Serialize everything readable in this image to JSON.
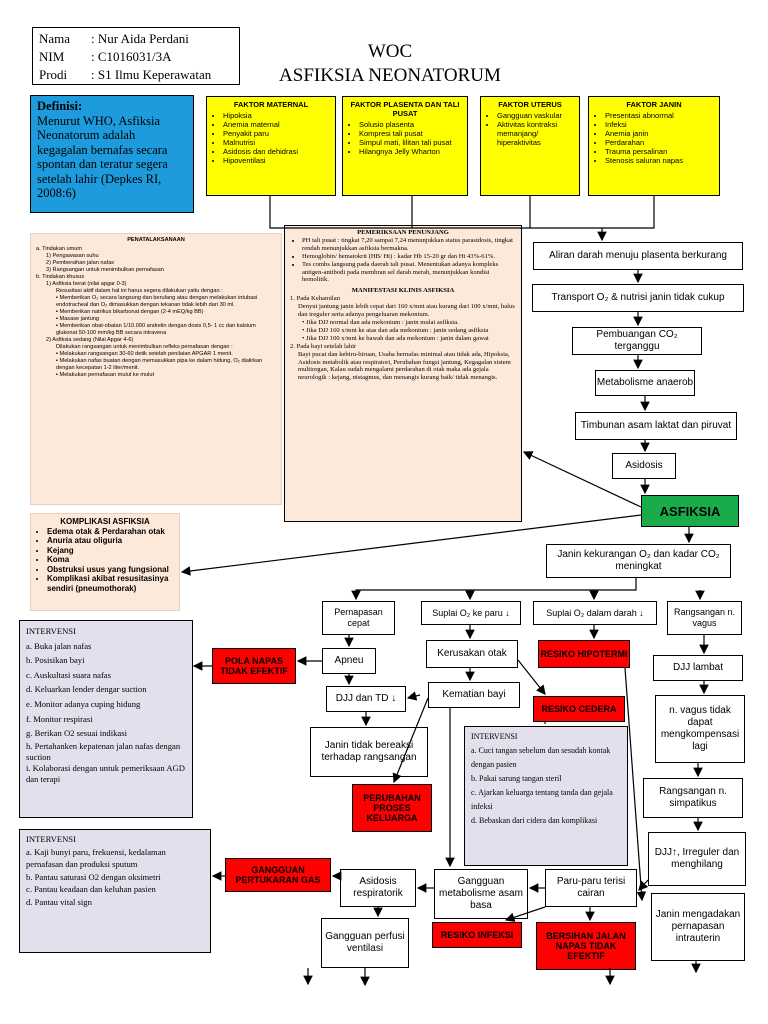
{
  "header": {
    "nama_label": "Nama",
    "nama_value": ": Nur Aida Perdani",
    "nim_label": "NIM",
    "nim_value": ": C1016031/3A",
    "prodi_label": "Prodi",
    "prodi_value": ": S1 Ilmu Keperawatan",
    "title_line1": "WOC",
    "title_line2": "ASFIKSIA NEONATORUM"
  },
  "definisi": {
    "heading": "Definisi:",
    "text": "Menurut WHO, Asfiksia Neonatorum adalah kegagalan bernafas secara spontan dan teratur segera setelah lahir (Depkes RI, 2008:6)"
  },
  "faktor": [
    {
      "title": "FAKTOR MATERNAL",
      "items": [
        "Hipoksia",
        "Anemia maternal",
        "Penyakit paru",
        "Malnutrisi",
        "Asidosis dan dehidrasi",
        "Hipoventilasi"
      ]
    },
    {
      "title": "FAKTOR PLASENTA DAN TALI PUSAT",
      "items": [
        "Solusio plasenta",
        "Kompresi tali pusat",
        "Simpul mati, lilitan tali pusat",
        "Hilangnya Jelly Wharton"
      ]
    },
    {
      "title": "FAKTOR UTERUS",
      "items": [
        "Gangguan vaskular",
        "Aktivitas kontraksi memanjang/ hiperaktivitas"
      ]
    },
    {
      "title": "FAKTOR JANIN",
      "items": [
        "Presentasi abnormal",
        "Infeksi",
        "Anemia janin",
        "Perdarahan",
        "Trauma persalinan",
        "Stenosis saluran napas"
      ]
    }
  ],
  "penatalaksanaan": {
    "title": "PENATALAKSANAAN",
    "lines": [
      "a. Tindakan umum",
      "1) Pengawasan suhu",
      "2) Pembersihan jalan nafas",
      "3) Rangsangan untuk menimbulkan pernafasan",
      "b. Tindakan khusus",
      "1) Asfiksia berat (nilai apgar 0-3)",
      "Resusitasi aktif dalam hal ini harus segera dilakukan yaitu dengan :",
      "▪ Memberikan O₂ secara langsung dan berulang atau dengan melakukan intubasi endotracheal dan O₂ dimasukkan dengan tekanan tidak lebih dari 30 ml.",
      "▪ Memberikan natrikus bikarbonat dengan (2-4 mEQ/kg BB)",
      "▪ Masase jantung",
      "▪ Memberikan obat-obatan 1/10.000 andrelin dengan dosis 0,5- 1 cc dan kalsium glukonat 50-100 mm/kg BB secara intravena",
      "2) Asfiksia sedang (Nilai Apgar 4-6)",
      "Dilakukan rangsangan untuk menimbulkan refleks pernafasan dengan :",
      "▪ Melakukan rangsangan 30-60 detik setelah penilaian APGAR 1 menit.",
      "▪ Melakukan nafas buatan dengan memasukkan pipa ke dalam hidung, O₂ dialirkan dengan kecepatan 1-2 liter/menit.",
      "▪ Melakukan pernafasan mulut ke mulut"
    ]
  },
  "pemeriksaan": {
    "title": "PEMERIKSAAN PENUNJANG",
    "items": [
      "PH tali pusat : tingkat 7,20 sampai 7,24 menunjukkan status parasidosis, tingkat rendah menunjukkan asfiksia bermakna.",
      "Hemoglobin/ hematokrit (HB/ Ht) : kadar Hb 15-20 gr dan Ht 43%-61%.",
      "Tes combs langsung pada daerah tali pusat. Menentukan adanya kompleks antigen-antibodi pada membran sel darah merah, menunjukkan kondisi hemolitik."
    ],
    "manifest_title": "MANIFESTASI KLINIS ASFIKSIA",
    "manifest_lines": [
      "1. Pada Kehamilan",
      "Denyut jantung janin lebih cepat dari 160 x/mnt atau kurang dari 100 x/mnt, halus dan ireguler serta adanya pengeluaran mekonium.",
      "• Jika DJJ normal dan ada mekonium : janin mulai asfiksia.",
      "• Jika DJJ 160 x/mnt ke atas dan ada mekonium : janin sedang asfiksia",
      "• Jika DJJ 100 x/mnt ke bawah dan ada mekonium : janin dalam gawat",
      "2. Pada bayi setelah lahir",
      "Bayi pucat dan kebiru-biruan, Usaha bernafas minimal atau tidak ada, Hipoksia, Asidosis metabolik atau respiratori, Perubahan fungsi jantung, Kegagalan sistem multiorgan, Kalau sudah mengalami perdarahan di otak maka ada gejala neurologik : kejang, nistagmus, dan menangis kurang baik/ tidak menangis."
    ]
  },
  "komplikasi": {
    "title": "KOMPLIKASI ASFIKSIA",
    "items": [
      "Edema otak & Perdarahan otak",
      "Anuria atau oliguria",
      "Kejang",
      "Koma",
      "Obstruksi usus yang fungsional",
      "Komplikasi akibat resusitasinya sendiri (pneumothorak)"
    ]
  },
  "intervensi1": {
    "title": "INTERVENSI",
    "items": [
      "a. Buka jalan nafas",
      "b. Posisikan bayi",
      "c. Auskultasi suara nafas",
      "d. Keluarkan lender dengar suction",
      "e. Monitor adanya cuping hidung",
      "f. Monitor respirasi",
      "g. Berikan O2 sesuai indikasi",
      "h. Pertahanken kepatenan jalan nafas dengan suction",
      "i. Kolaborasi dengan untuk pemeriksaan AGD dan terapi"
    ]
  },
  "intervensi2": {
    "title": "INTERVENSI",
    "items": [
      "a. Kaji bunyi paru, frekuensi, kedalaman pernafasan dan produksi sputum",
      "b. Pantau saturasi O2 dengan oksimetri",
      "c. Pantau keadaan dan keluhan pasien",
      "d. Pantau vital sign"
    ]
  },
  "intervensi3": {
    "title": "INTERVENSI",
    "items": [
      "a. Cuci tangan sebelum dan sesudah kontak dengan pasien",
      "b. Pakai sarung tangan steril",
      "c. Ajarkan keluarga tentang tanda dan gejala infeksi",
      "d. Bebaskan dari cidera dan komplikasi"
    ]
  },
  "flow": {
    "aliran": "Aliran darah menuju plasenta berkurang",
    "transport": "Transport O₂ & nutrisi janin tidak cukup",
    "pembuangan": "Pembuangan CO₂ terganggu",
    "metabolisme": "Metabolisme anaerob",
    "timbunan": "Timbunan asam laktat dan piruvat",
    "asidosis": "Asidosis",
    "asfiksia": "ASFIKSIA",
    "janin_kekurangan": "Janin kekurangan O₂ dan kadar CO₂ meningkat",
    "pernapasan_cepat": "Pernapasan cepat",
    "suplai_paru": "Suplai O₂ ke paru ↓",
    "suplai_darah": "Suplai O₂ dalam darah ↓",
    "rangsangan_vagus": "Rangsangan n. vagus",
    "apneu": "Apneu",
    "kerusakan_otak": "Kerusakan otak",
    "djj_lambat": "DJJ lambat",
    "djj_td": "DJJ dan TD ↓",
    "kematian_bayi": "Kematian bayi",
    "vagus_tidak": "n. vagus tidak dapat mengkompensasi lagi",
    "janin_tidak_bereaksi": "Janin tidak bereaksi terhadap rangsangan",
    "rangsangan_simpatikus": "Rangsangan n. simpatikus",
    "djj_ireguler": "DJJ↑, Irreguler dan menghilang",
    "asidosis_resp": "Asidosis respiratorik",
    "gangguan_metabolisme": "Gangguan metabolisme asam basa",
    "paru_terisi": "Paru-paru terisi cairan",
    "janin_mengadakan": "Janin mengadakan pernapasan intrauterin",
    "gangguan_perfusi": "Gangguan perfusi ventilasi"
  },
  "diagnoses": {
    "pola_napas": "POLA NAPAS TIDAK EFEKTIF",
    "resiko_hipotermi": "RESIKO HIPOTERMI",
    "resiko_cedera": "RESIKO CEDERA",
    "perubahan_proses": "PERUBAHAN PROSES KELUARGA",
    "gangguan_pertukaran": "GANGGUAN PERTUKARAN GAS",
    "resiko_infeksi": "RESIKO INFEKSI",
    "bersihan_jalan": "BERSIHAN JALAN NAPAS TIDAK EFEKTIF"
  }
}
